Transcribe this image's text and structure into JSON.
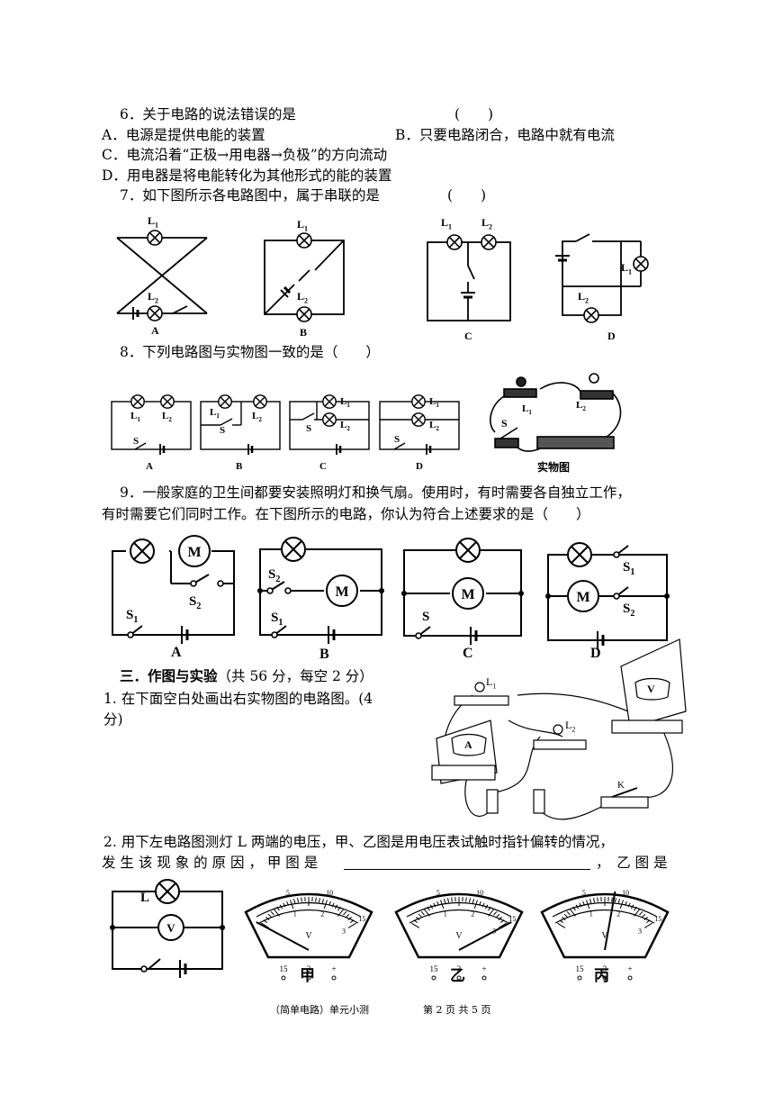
{
  "q6": {
    "stem": "6．关于电路的说法错误的是",
    "paren": "(　　)",
    "a": "A．电源是提供电能的装置",
    "b": "B．只要电路闭合，电路中就有电流",
    "c": "C．电流沿着“正极→用电器→负极”的方向流动",
    "d": "D．用电器是将电能转化为其他形式的能的装置"
  },
  "q7": {
    "stem": "7．如下图所示各电路图中，属于串联的是",
    "paren": "(　　)",
    "labels": [
      "A",
      "B",
      "C",
      "D"
    ],
    "lamp1": "L",
    "lamp1_sub": "1",
    "lamp2_sub": "2"
  },
  "q8": {
    "stem": "8．下列电路图与实物图一致的是（　　）",
    "labels": [
      "A",
      "B",
      "C",
      "D"
    ],
    "switch": "S",
    "photo_caption": "实物图"
  },
  "q9": {
    "line1": "9．一般家庭的卫生间都要安装照明灯和换气扇。使用时，有时需要各自独立工作，",
    "line2": "有时需要它们同时工作。在下图所示的电路，你认为符合上述要求的是（　　）",
    "labels": [
      "A",
      "B",
      "C",
      "D"
    ],
    "motor": "M"
  },
  "section3": {
    "title": "三．作图与实验",
    "note": "（共 56 分，每空 2 分）"
  },
  "p1": {
    "line1": "1. 在下面空白处画出右实物图的电路图。(4",
    "line2": "分)",
    "ammeter": "A",
    "voltmeter": "V",
    "key": "K"
  },
  "p2": {
    "line1": "2. 用下左电路图测灯 L 两端的电压，甲、乙图是用电压表试触时指针偏转的情况，",
    "line2a": "发 生 该 现 象 的 原 因 ， 甲 图 是",
    "line2b": "，　乙 图 是",
    "circuit_lamp": "L",
    "circuit_meter": "V",
    "meter_captions": [
      "甲",
      "乙",
      "丙"
    ],
    "scale_top": [
      "5",
      "10",
      "15"
    ],
    "scale_bottom": [
      "1",
      "2",
      "3"
    ],
    "terminals": [
      "15",
      "3",
      "+"
    ],
    "meter_unit": "V"
  },
  "footer": {
    "title": "（简单电路）单元小测",
    "page": "第 2 页 共 5 页"
  }
}
